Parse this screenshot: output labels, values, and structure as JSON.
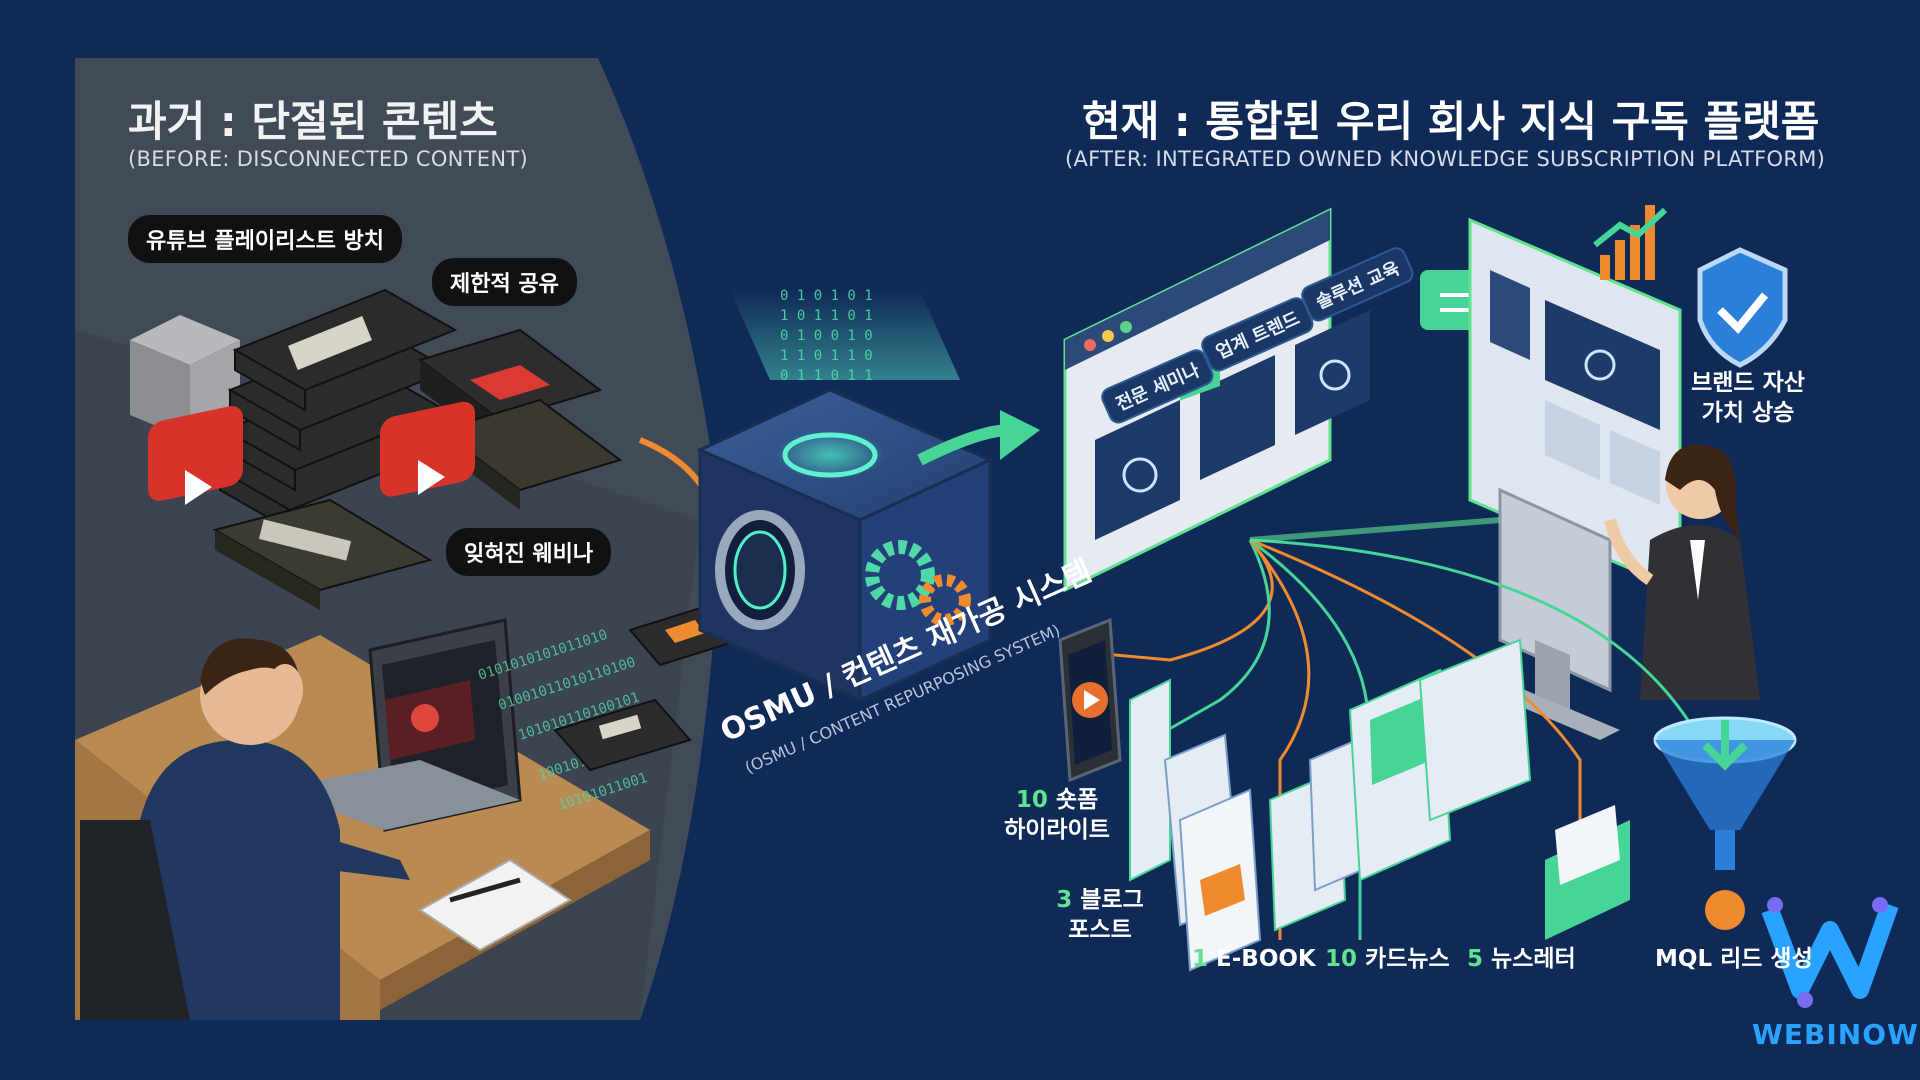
{
  "left": {
    "title": "과거 : 단절된 콘텐츠",
    "subtitle": "(BEFORE: DISCONNECTED CONTENT)",
    "bubbles": {
      "playlist": "유튜브 플레이리스트 방치",
      "limited": "제한적 공유",
      "forgotten": "잊혀진 웨비나"
    }
  },
  "center": {
    "system_label": "OSMU / 컨텐츠 재가공 시스템",
    "system_sub": "(OSMU / CONTENT REPURPOSING SYSTEM)"
  },
  "right": {
    "title": "현재 : 통합된 우리 회사 지식 구독 플랫폼",
    "subtitle": "(AFTER: INTEGRATED OWNED KNOWLEDGE SUBSCRIPTION PLATFORM)",
    "tabs": {
      "seminar": "전문 세미나",
      "trend": "업계 트렌드",
      "solution": "솔루션 교육"
    },
    "brand": {
      "line1": "브랜드 자산",
      "line2": "가치 상승"
    },
    "outputs": {
      "shorts": {
        "num": "10",
        "line1": "숏폼",
        "line2": "하이라이트"
      },
      "blog": {
        "num": "3",
        "line1": "블로그",
        "line2": "포스트"
      },
      "ebook": {
        "num": "1",
        "text": "E-BOOK"
      },
      "cardnews": {
        "num": "10",
        "text": "카드뉴스"
      },
      "newsletter": {
        "num": "5",
        "text": "뉴스레터"
      },
      "mql": "MQL 리드 생성"
    }
  },
  "logo": {
    "text": "WEBINOW"
  },
  "colors": {
    "background": "#102a57",
    "accent_green": "#5fe38f",
    "orange": "#f08a2e",
    "logo_blue": "#2aa2ff"
  }
}
